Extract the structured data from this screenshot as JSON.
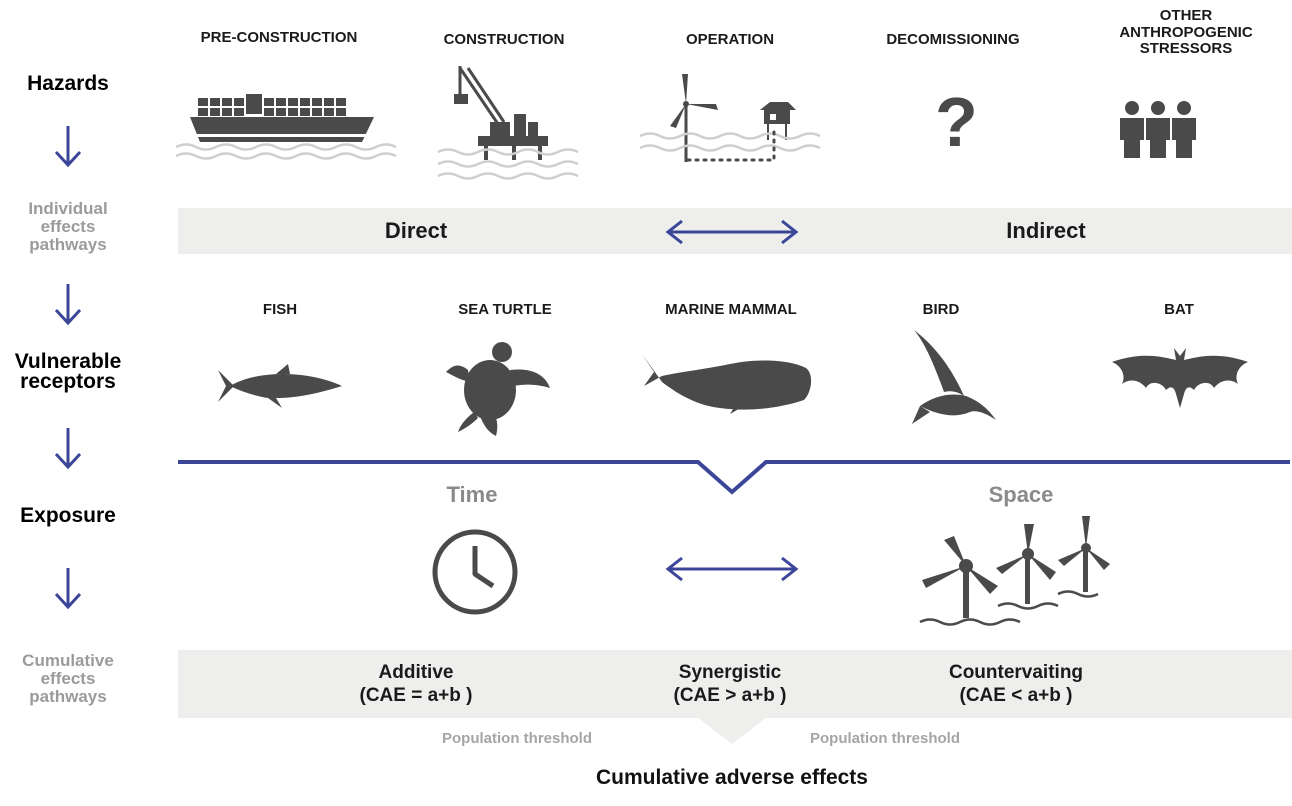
{
  "rows": {
    "hazards": "Hazards",
    "individual": [
      "Individual",
      "effects",
      "pathways"
    ],
    "vulnerable": [
      "Vulnerable",
      "receptors"
    ],
    "exposure": "Exposure",
    "cumulative": [
      "Cumulative",
      "effects",
      "pathways"
    ]
  },
  "hazards": [
    "PRE-CONSTRUCTION",
    "CONSTRUCTION",
    "OPERATION",
    "DECOMISSIONING",
    "OTHER ANTHROPOGENIC STRESSORS"
  ],
  "pathways": {
    "direct": "Direct",
    "indirect": "Indirect"
  },
  "receptors": [
    "FISH",
    "SEA TURTLE",
    "MARINE MAMMAL",
    "BIRD",
    "BAT"
  ],
  "exposure": {
    "time": "Time",
    "space": "Space"
  },
  "cumulative": [
    {
      "name": "Additive",
      "formula": "(CAE = a+b )"
    },
    {
      "name": "Synergistic",
      "formula": "(CAE > a+b )"
    },
    {
      "name": "Countervaiting",
      "formula": "(CAE < a+b )"
    }
  ],
  "thresholds": [
    "Population threshold",
    "Population threshold"
  ],
  "result": "Cumulative adverse effects",
  "colors": {
    "accent": "#3c4699",
    "icon": "#4a4a4a",
    "band": "#eeeeec",
    "muted": "#9b9b9b"
  }
}
